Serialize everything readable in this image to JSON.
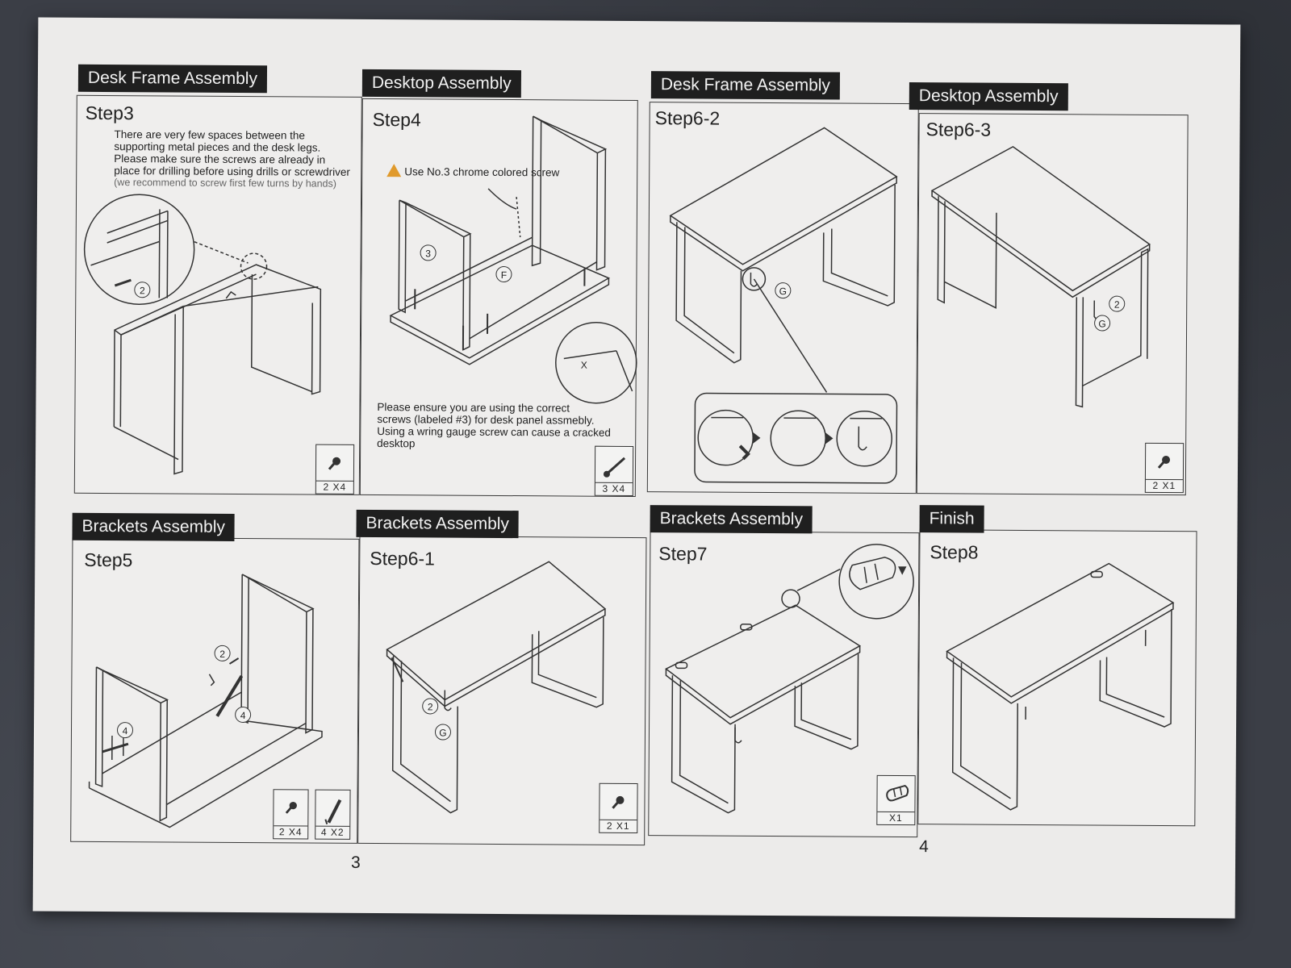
{
  "panels": {
    "p1": {
      "header": "Desk Frame Assembly",
      "step": "Step3"
    },
    "p2": {
      "header": "Desktop Assembly",
      "step": "Step4"
    },
    "p3": {
      "header": "Desk Frame Assembly",
      "step": "Step6-2"
    },
    "p4": {
      "header": "Desktop Assembly",
      "step": "Step6-3"
    },
    "p5": {
      "header": "Brackets Assembly",
      "step": "Step5"
    },
    "p6": {
      "header": "Brackets Assembly",
      "step": "Step6-1"
    },
    "p7": {
      "header": "Brackets Assembly",
      "step": "Step7"
    },
    "p8": {
      "header": "Finish",
      "step": "Step8"
    }
  },
  "notes": {
    "step3_lines": [
      "There are very few spaces between the",
      "supporting metal pieces and the desk legs.",
      "Please make sure the screws are already in",
      "place for drilling before using drills or screwdriver"
    ],
    "step3_sub": "(we recommend to screw first few turns by hands)",
    "step4_warning": "Use No.3 chrome colored screw",
    "step4_lines": [
      "Please ensure you are using the correct",
      "screws (labeled #3) for desk panel assmebly.",
      "Using a wring gauge screw can cause a cracked",
      "desktop"
    ]
  },
  "callouts": {
    "c2": "2",
    "c3": "3",
    "c4": "4",
    "cF": "F",
    "cG": "G",
    "cX": "X"
  },
  "quantities": {
    "step3": "2 X4",
    "step4": "3 X4",
    "step63": "2 X1",
    "step5a": "2 X4",
    "step5b": "4 X2",
    "step61": "2 X1",
    "step7": "X1"
  },
  "page_numbers": {
    "left": "3",
    "right": "4"
  },
  "colors": {
    "header_bg": "#1f1f1f",
    "paper": "#ecebea",
    "line": "#3a3a3a",
    "warning": "#e09a2c",
    "background": "#3b3e46"
  },
  "icons": [
    "warning-icon",
    "screw-icon",
    "long-screw-icon",
    "bracket-hook-icon",
    "cable-clip-icon",
    "arrow-right-icon"
  ]
}
